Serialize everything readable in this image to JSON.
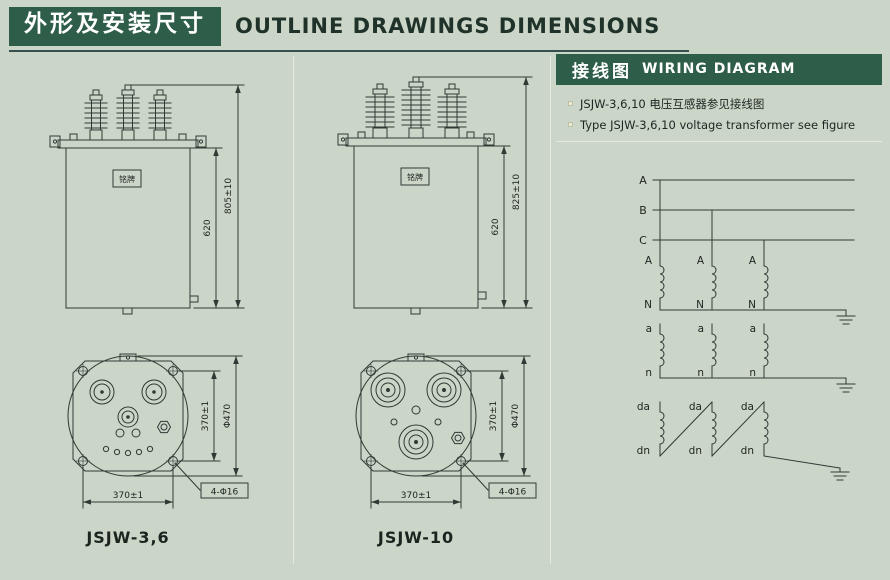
{
  "header": {
    "title_cn": "外形及安装尺寸",
    "title_en": "OUTLINE  DRAWINGS  DIMENSIONS"
  },
  "drawings": {
    "left": {
      "model": "JSJW-3,6",
      "nameplate": "铭牌",
      "total_height": "805±10",
      "body_height": "620",
      "bolt_span_h": "370±1",
      "bolt_span_v": "370±1",
      "flange_diameter": "Φ470",
      "holes": "4-Φ16"
    },
    "right": {
      "model": "JSJW-10",
      "nameplate": "铭牌",
      "total_height": "825±10",
      "body_height": "620",
      "bolt_span_h": "370±1",
      "bolt_span_v": "370±1",
      "flange_diameter": "Φ470",
      "holes": "4-Φ16"
    }
  },
  "wiring": {
    "header_cn": "接线图",
    "header_en": "WIRING  DIAGRAM",
    "note_cn": "JSJW-3,6,10 电压互感器参见接线图",
    "note_en": "Type JSJW-3,6,10  voltage transformer see figure",
    "phases": [
      "A",
      "B",
      "C"
    ],
    "labels": {
      "primary_top": "A",
      "primary_bottom": "N",
      "secondary_top": "a",
      "secondary_bottom": "n",
      "tertiary_top": "da",
      "tertiary_bottom": "dn"
    }
  },
  "colors": {
    "background": "#cbd5c8",
    "header_green": "#2e5e49",
    "ink": "#1c241f"
  }
}
